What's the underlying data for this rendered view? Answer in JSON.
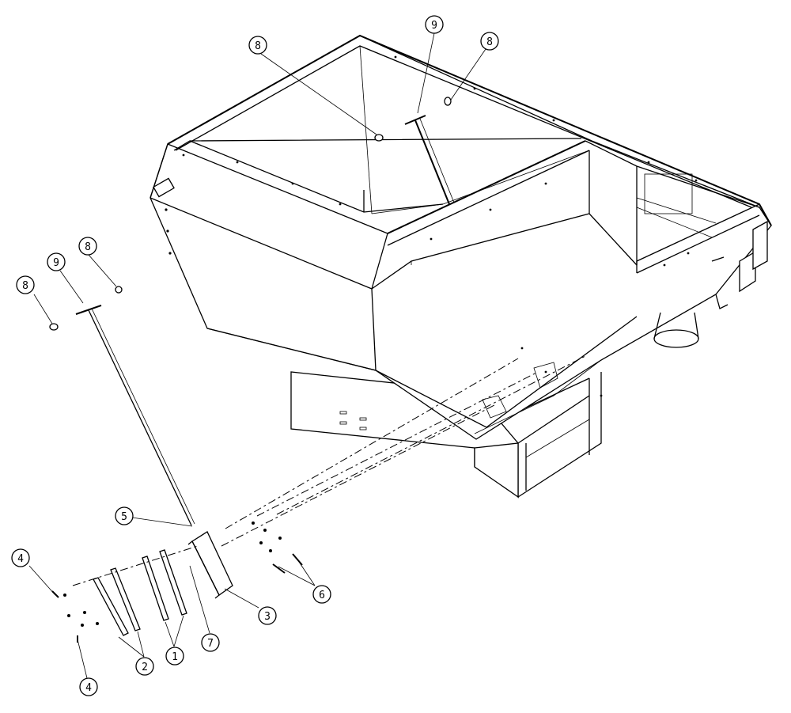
{
  "diagram": {
    "callouts": [
      {
        "id": "callout-8-top-left",
        "number": "8"
      },
      {
        "id": "callout-9-top",
        "number": "9"
      },
      {
        "id": "callout-8-top-right",
        "number": "8"
      },
      {
        "id": "callout-8-left-upper",
        "number": "8"
      },
      {
        "id": "callout-9-left",
        "number": "9"
      },
      {
        "id": "callout-8-left-lower",
        "number": "8"
      },
      {
        "id": "callout-5",
        "number": "5"
      },
      {
        "id": "callout-4-upper",
        "number": "4"
      },
      {
        "id": "callout-4-lower",
        "number": "4"
      },
      {
        "id": "callout-2",
        "number": "2"
      },
      {
        "id": "callout-1",
        "number": "1"
      },
      {
        "id": "callout-7",
        "number": "7"
      },
      {
        "id": "callout-3",
        "number": "3"
      },
      {
        "id": "callout-6",
        "number": "6"
      }
    ]
  }
}
